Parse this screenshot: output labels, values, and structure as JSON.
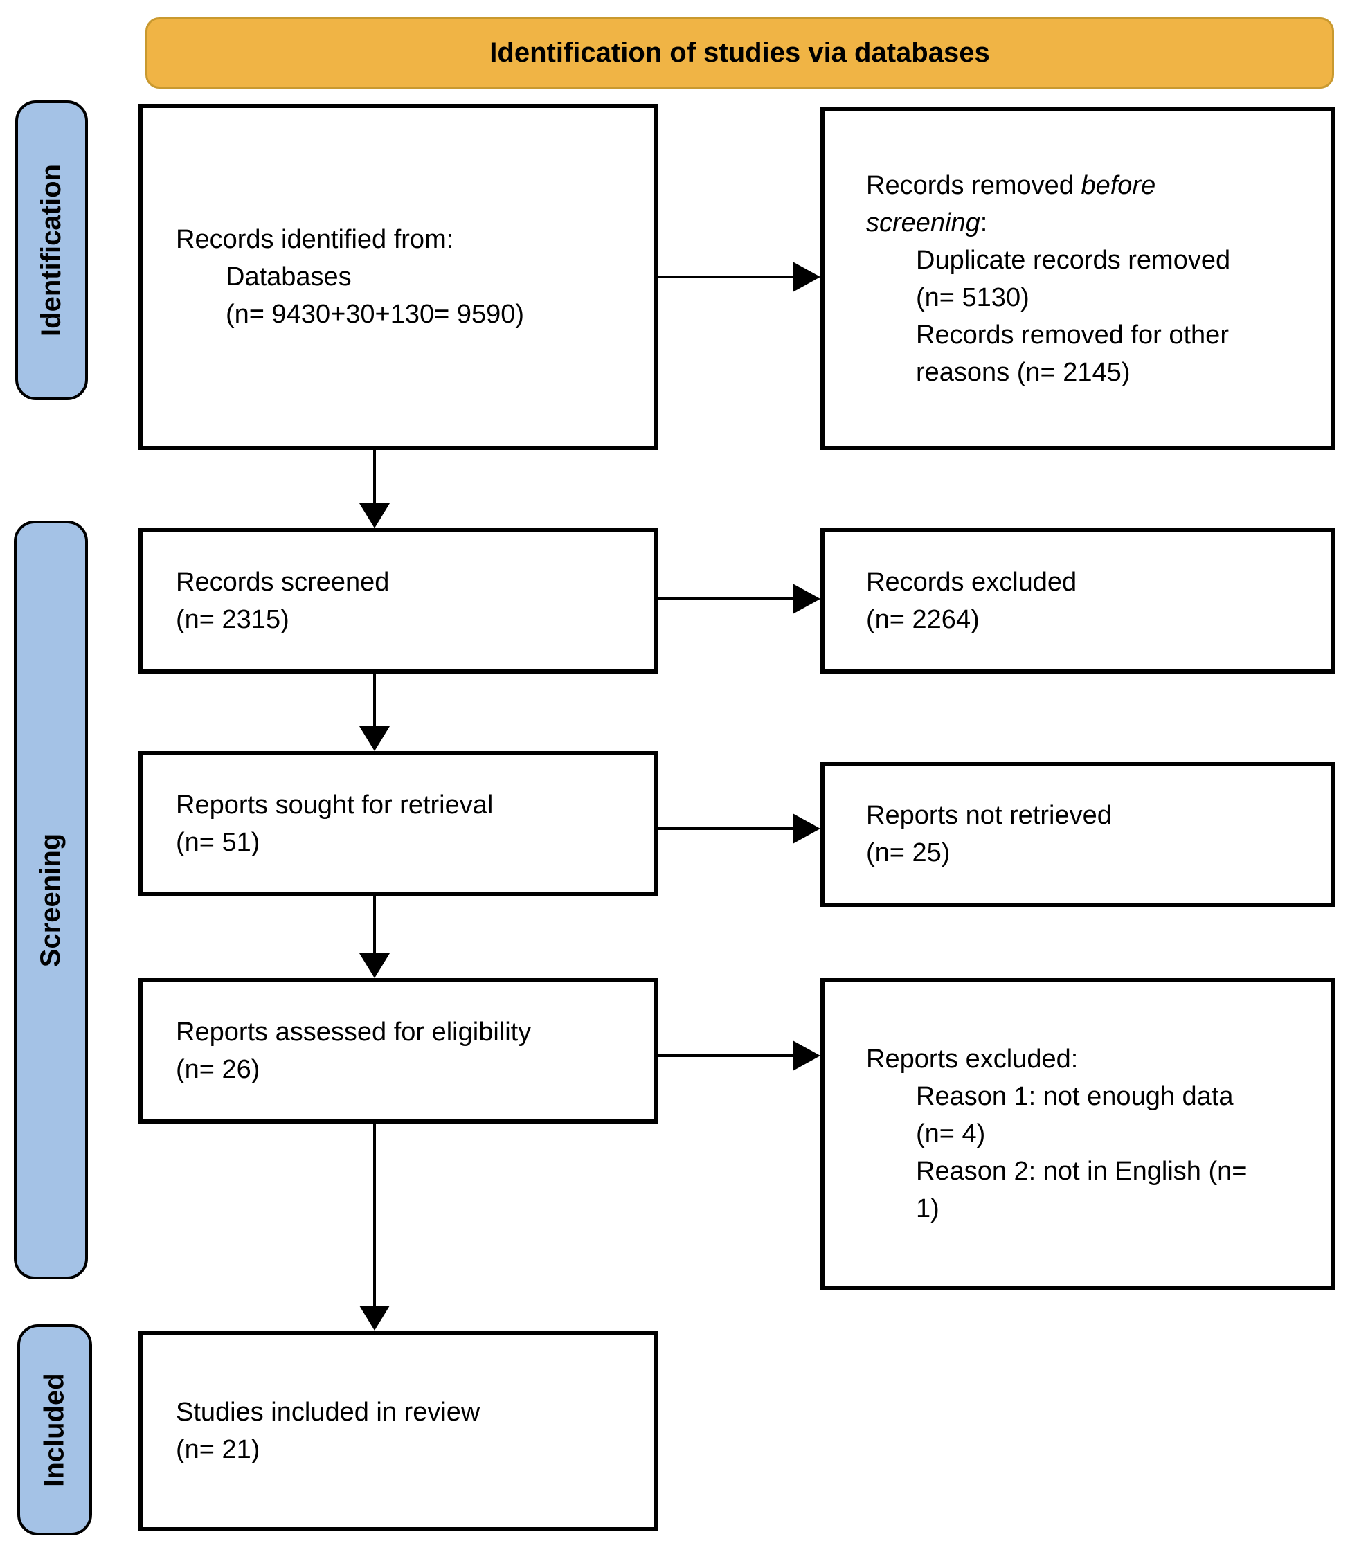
{
  "banner": {
    "title": "Identification of studies via databases"
  },
  "stages": {
    "identification": "Identification",
    "screening": "Screening",
    "included": "Included"
  },
  "boxes": {
    "identified": {
      "line1": "Records identified from:",
      "line2": "Databases",
      "line3": "(n= 9430+30+130= 9590)"
    },
    "removed": {
      "line1a": "Records removed ",
      "line1b_italic": "before",
      "line2a_italic": "screening",
      "line2b": ":",
      "line3": "Duplicate records removed",
      "line4": "(n= 5130)",
      "line5": "Records removed for other",
      "line6": "reasons (n= 2145)"
    },
    "screened": {
      "line1": "Records screened",
      "line2": "(n= 2315)"
    },
    "excluded": {
      "line1": "Records excluded",
      "line2": "(n= 2264)"
    },
    "sought": {
      "line1": "Reports sought for retrieval",
      "line2": "(n= 51)"
    },
    "not_retrieved": {
      "line1": "Reports not retrieved",
      "line2": "(n= 25)"
    },
    "assessed": {
      "line1": "Reports assessed for eligibility",
      "line2": "(n= 26)"
    },
    "reports_excluded": {
      "line1": "Reports excluded:",
      "line2": "Reason 1: not enough data",
      "line3": "(n= 4)",
      "line4": "Reason 2: not in English (n=",
      "line5": "1)"
    },
    "included_review": {
      "line1": "Studies included in review",
      "line2": "(n= 21)"
    }
  },
  "colors": {
    "banner_fill": "#F0B445",
    "banner_border": "#C9992F",
    "stage_fill": "#A4C2E6",
    "box_border": "#000000"
  }
}
